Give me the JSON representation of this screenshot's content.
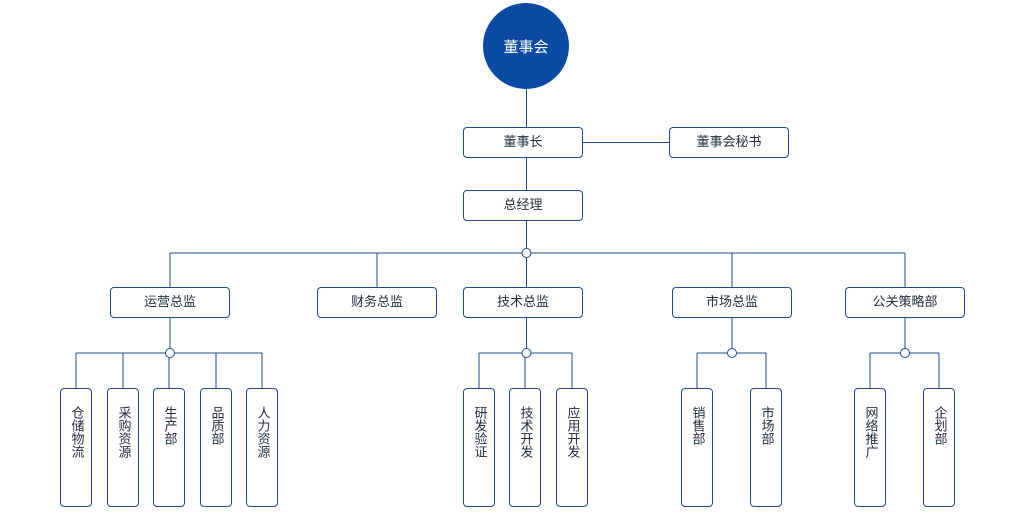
{
  "colors": {
    "line": "#1e4c8f",
    "root_fill": "#0b4aa2",
    "root_text": "#ffffff"
  },
  "board": {
    "label": "董事会"
  },
  "chairman": {
    "label": "董事长"
  },
  "secretary": {
    "label": "董事会秘书"
  },
  "general_manager": {
    "label": "总经理"
  },
  "directors": [
    {
      "label": "运营总监",
      "departments": [
        "仓储物流",
        "采购资源",
        "生产部",
        "品质部",
        "人力资源"
      ]
    },
    {
      "label": "财务总监",
      "departments": []
    },
    {
      "label": "技术总监",
      "departments": [
        "研发验证",
        "技术开发",
        "应用开发"
      ]
    },
    {
      "label": "市场总监",
      "departments": [
        "销售部",
        "市场部"
      ]
    },
    {
      "label": "公关策略部",
      "departments": [
        "网络推广",
        "企划部"
      ]
    }
  ]
}
